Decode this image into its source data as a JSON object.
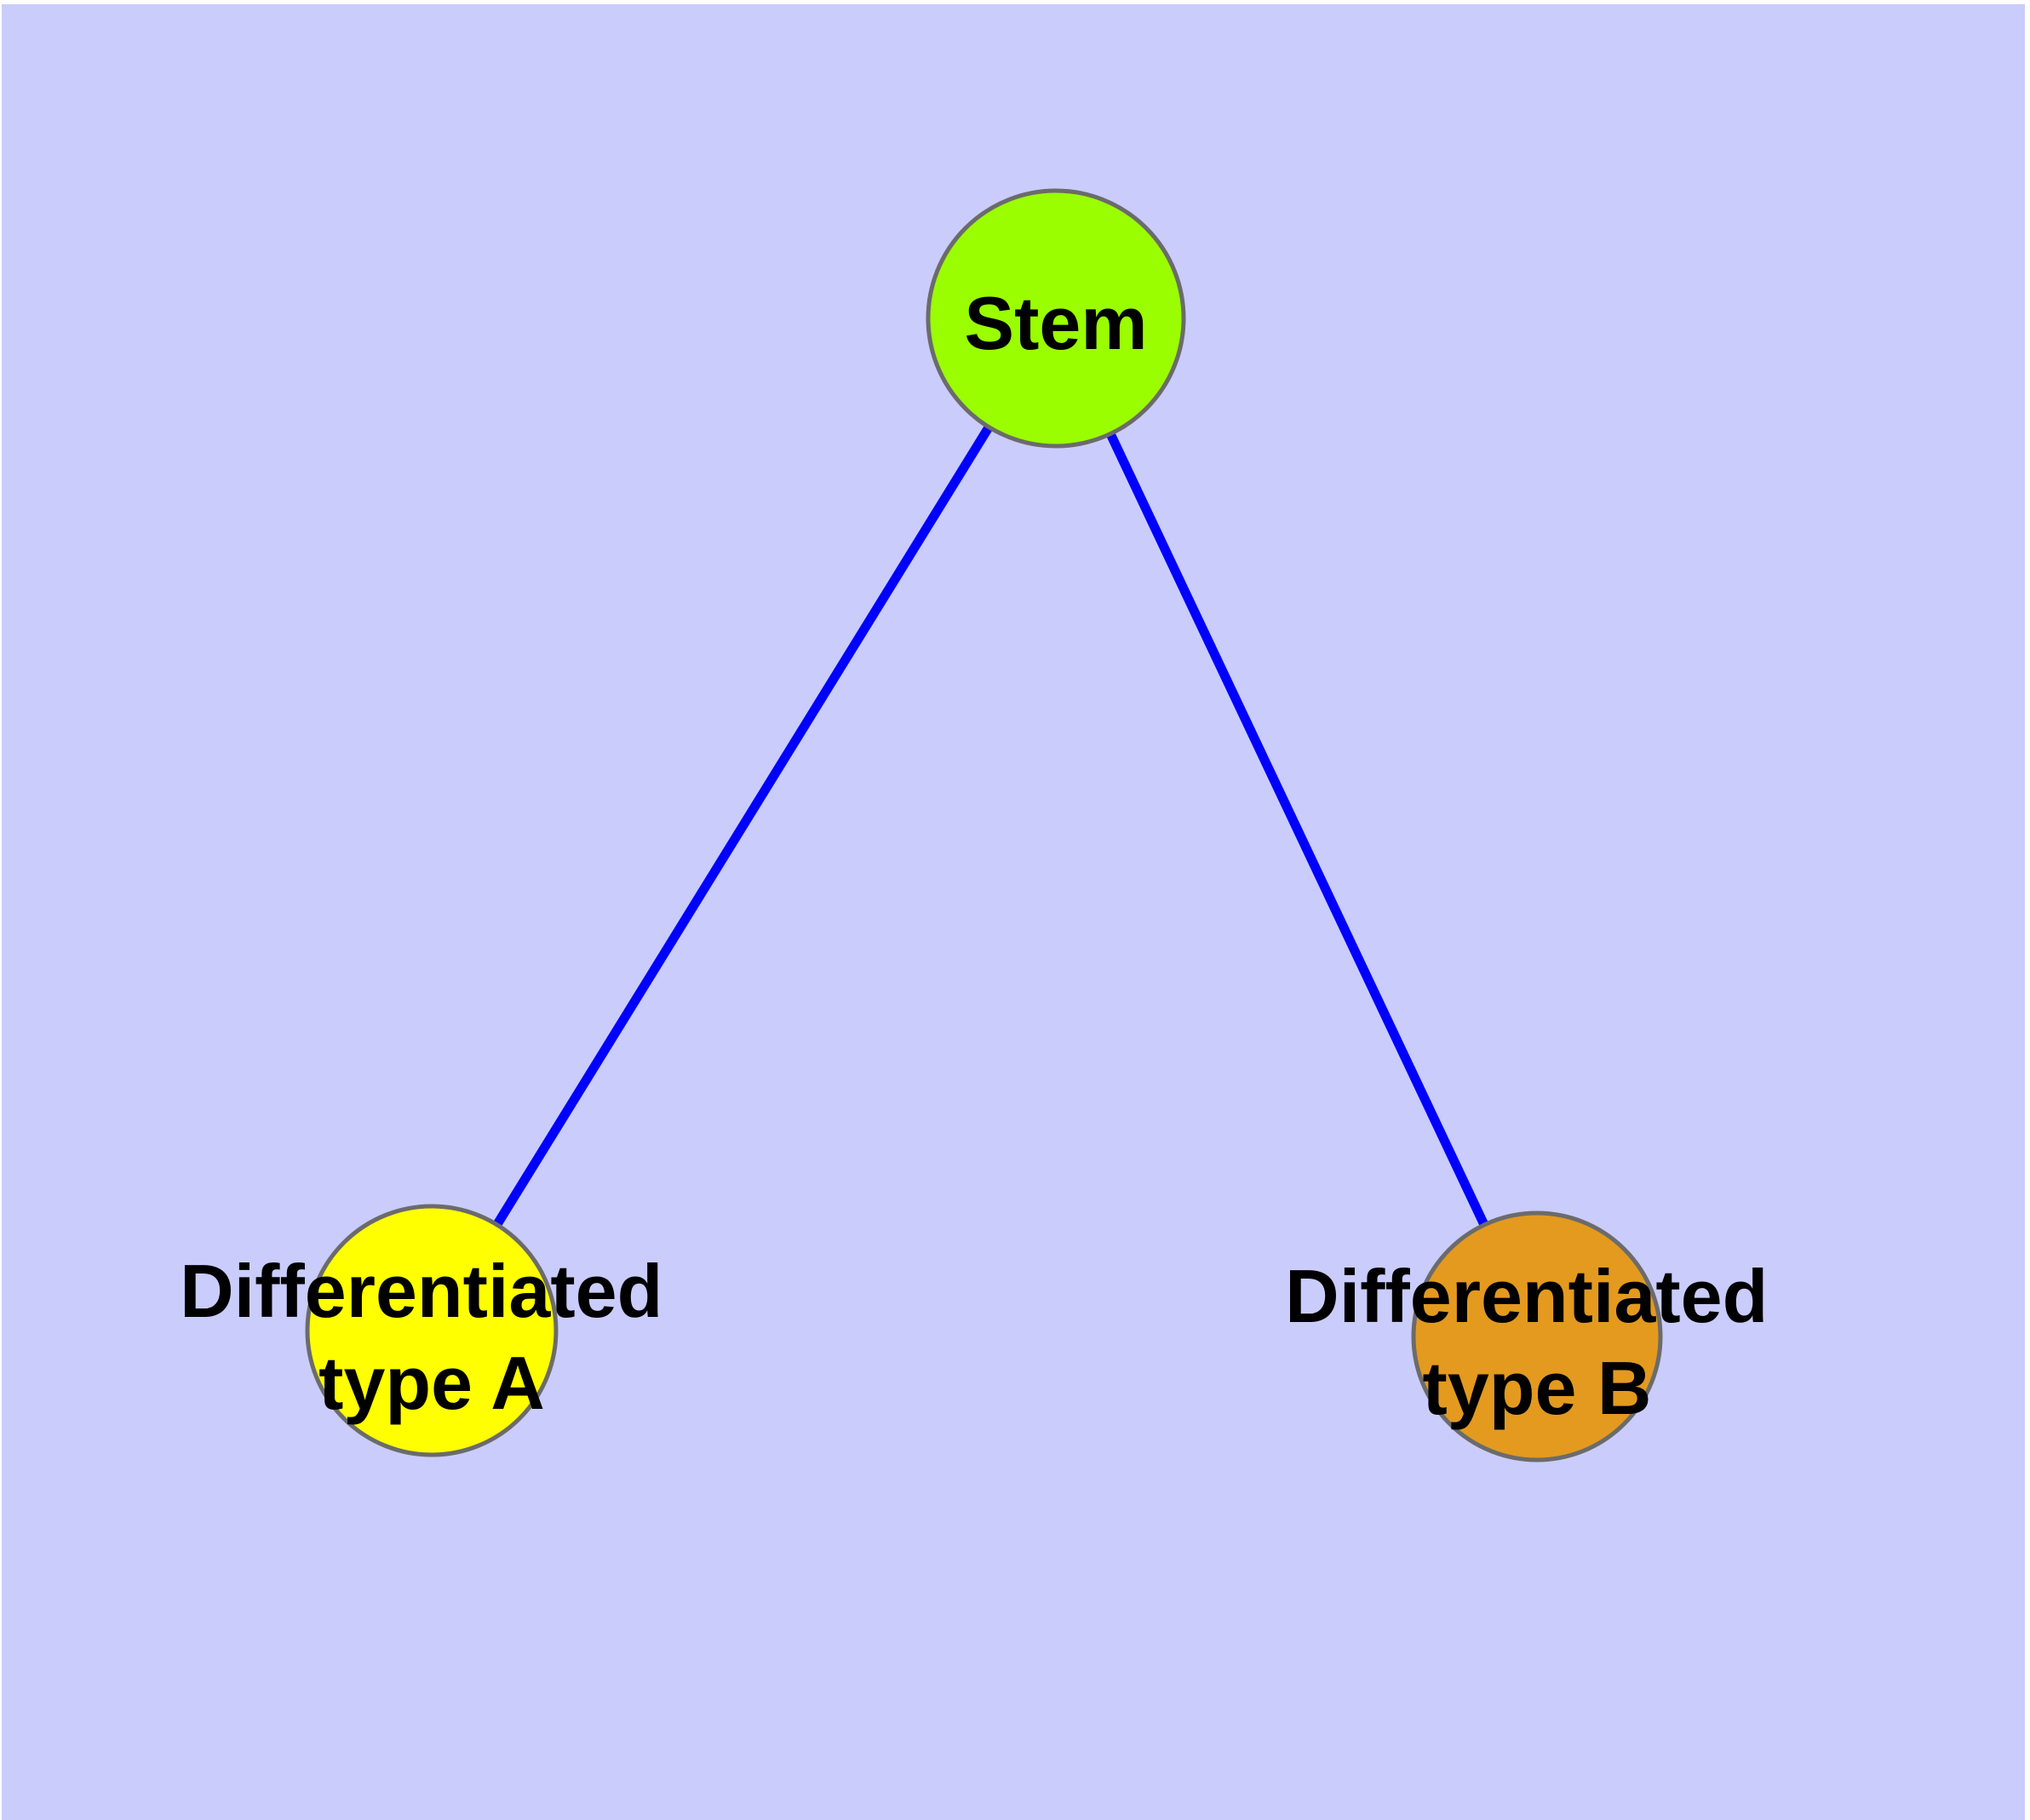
{
  "diagram": {
    "background_color": "#CACCFB",
    "frame_color": "#FFFFFF",
    "edge_color": "#0000FF",
    "node_border_color": "#6B6B6B",
    "text_color": "#000000",
    "nodes": {
      "stem": {
        "label": "Stem",
        "fill": "#9AFE00"
      },
      "type_a": {
        "label_line1": "Differentiated",
        "label_line2": "type A",
        "fill": "#FFFF00"
      },
      "type_b": {
        "label_line1": "Differentiated",
        "label_line2": "type B",
        "fill": "#E39A1F"
      }
    },
    "edges": [
      {
        "from": "Stem",
        "to": "Differentiated type A"
      },
      {
        "from": "Stem",
        "to": "Differentiated type B"
      }
    ]
  }
}
